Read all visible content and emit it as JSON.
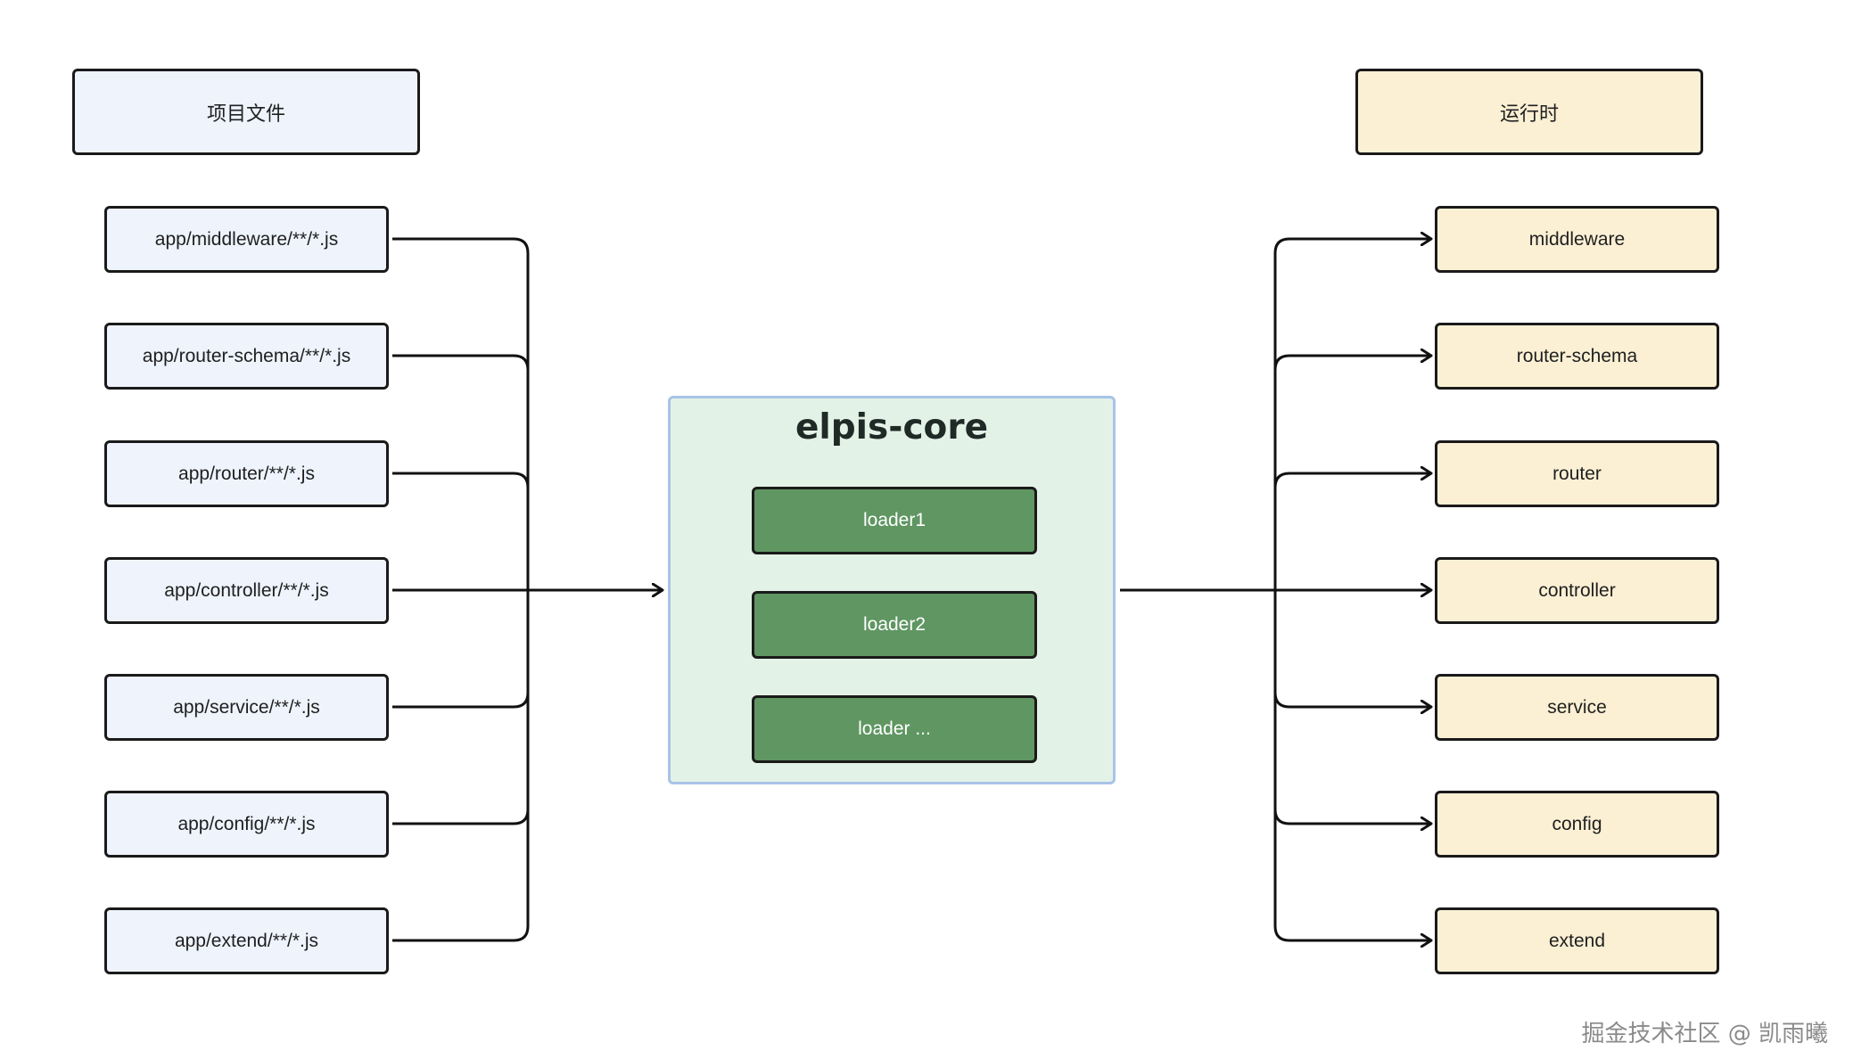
{
  "left_header": "项目文件",
  "right_header": "运行时",
  "source_files": [
    "app/middleware/**/*.js",
    "app/router-schema/**/*.js",
    "app/router/**/*.js",
    "app/controller/**/*.js",
    "app/service/**/*.js",
    "app/config/**/*.js",
    "app/extend/**/*.js"
  ],
  "runtime_items": [
    "middleware",
    "router-schema",
    "router",
    "controller",
    "service",
    "config",
    "extend"
  ],
  "core": {
    "title": "elpis-core",
    "loaders": [
      "loader1",
      "loader2",
      "loader ..."
    ]
  },
  "watermark": "掘金技术社区 @ 凯雨曦",
  "colors": {
    "source_fill": "#eef3fc",
    "runtime_fill": "#fbf0d4",
    "core_fill": "#e3f2e6",
    "core_border": "#a9c3e8",
    "loader_fill": "#5f9662"
  }
}
